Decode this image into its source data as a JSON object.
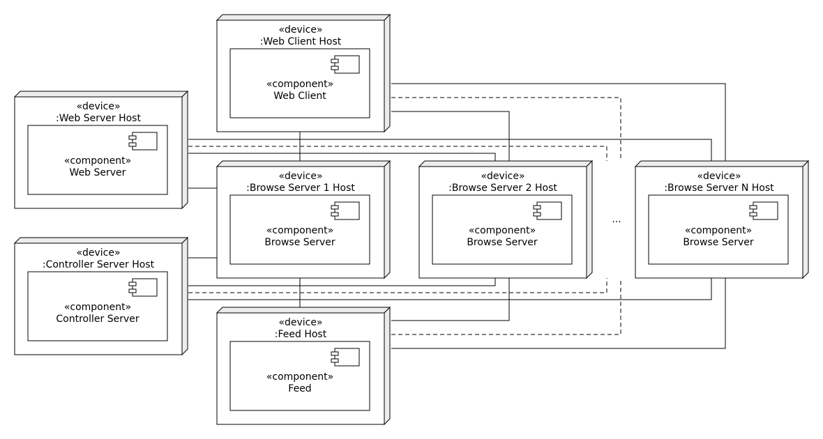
{
  "nodes": {
    "web_client_host": {
      "stereotype": "«device»",
      "name": ":Web Client Host",
      "component_stereotype": "«component»",
      "component_name": "Web Client"
    },
    "web_server_host": {
      "stereotype": "«device»",
      "name": ":Web Server Host",
      "component_stereotype": "«component»",
      "component_name": "Web Server"
    },
    "controller_host": {
      "stereotype": "«device»",
      "name": ":Controller Server Host",
      "component_stereotype": "«component»",
      "component_name": "Controller Server"
    },
    "browse_1_host": {
      "stereotype": "«device»",
      "name": ":Browse Server 1 Host",
      "component_stereotype": "«component»",
      "component_name": "Browse Server"
    },
    "browse_2_host": {
      "stereotype": "«device»",
      "name": ":Browse Server 2 Host",
      "component_stereotype": "«component»",
      "component_name": "Browse Server"
    },
    "browse_n_host": {
      "stereotype": "«device»",
      "name": ":Browse Server N Host",
      "component_stereotype": "«component»",
      "component_name": "Browse Server"
    },
    "feed_host": {
      "stereotype": "«device»",
      "name": ":Feed Host",
      "component_stereotype": "«component»",
      "component_name": "Feed"
    }
  },
  "ellipsis": "..."
}
